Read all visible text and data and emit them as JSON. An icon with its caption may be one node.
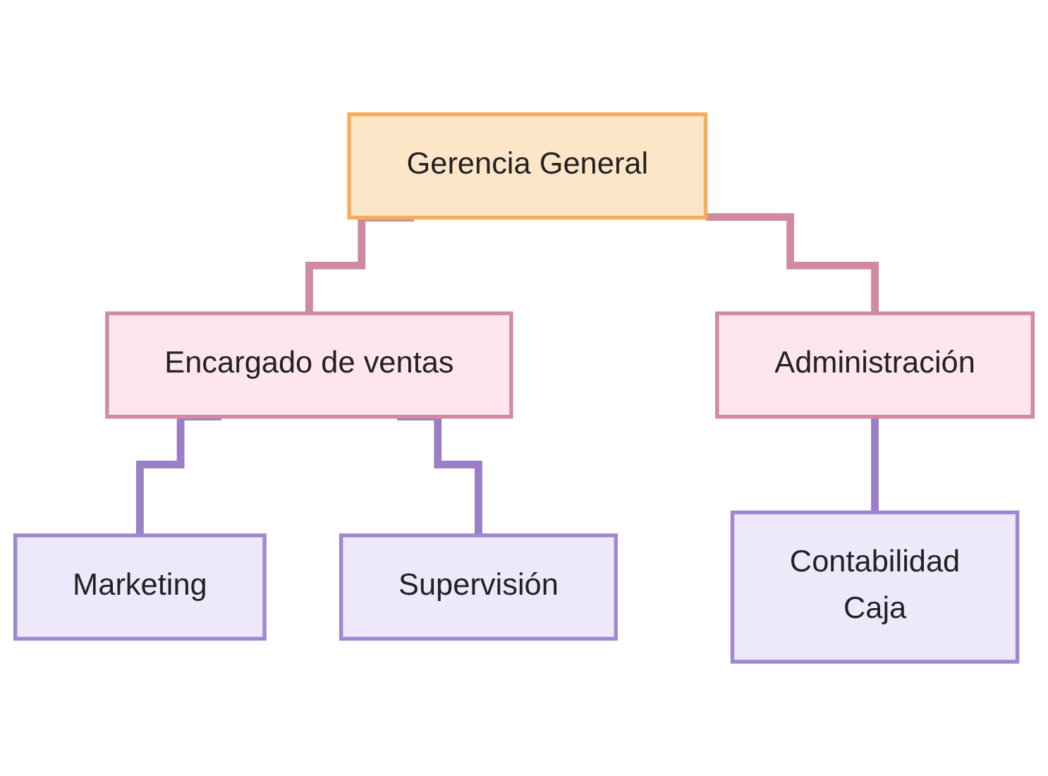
{
  "diagram": {
    "nodes": [
      {
        "text": [
          "Gerencia General"
        ]
      },
      {
        "text": [
          "Encargado de ventas"
        ]
      },
      {
        "text": [
          "Administración"
        ]
      },
      {
        "text": [
          "Marketing"
        ]
      },
      {
        "text": [
          "Supervisión"
        ]
      },
      {
        "text": [
          "Contabilidad",
          "Caja"
        ]
      }
    ],
    "edges": [
      {
        "from": 0,
        "to": 1,
        "arrow": "none",
        "color": "#cf8aa0"
      },
      {
        "from": 0,
        "to": 2,
        "arrow": "none",
        "color": "#cf8aa0"
      },
      {
        "from": 1,
        "to": 3,
        "arrow": "none"
      },
      {
        "from": 1,
        "to": 4,
        "arrow": "none"
      },
      {
        "from": 2,
        "to": 5,
        "arrow": "none"
      }
    ]
  }
}
